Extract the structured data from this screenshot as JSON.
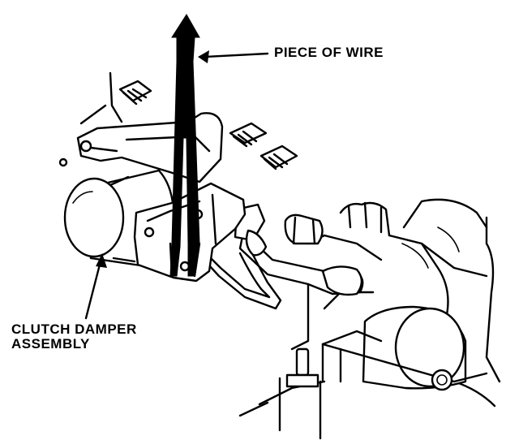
{
  "labels": {
    "wire": "PIECE OF WIRE",
    "clutch_line1": "CLUTCH DAMPER",
    "clutch_line2": "ASSEMBLY"
  },
  "colors": {
    "ink": "#000000",
    "paper": "#ffffff"
  }
}
